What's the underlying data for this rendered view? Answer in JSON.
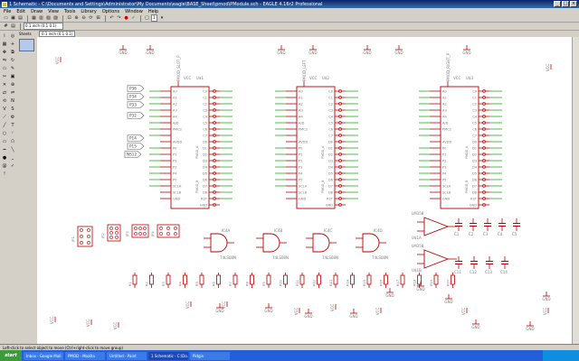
{
  "window": {
    "title": "1 Schematic - C:\\Documents and Settings\\Administrator\\My Documents\\eagle\\BASE_Sheet\\pmod\\PModule.sch - EAGLE 4.16r2 Professional"
  },
  "menu": [
    "File",
    "Edit",
    "Draw",
    "View",
    "Tools",
    "Library",
    "Options",
    "Window",
    "Help"
  ],
  "toolbar": {
    "zoom": "1",
    "grid": "0.1 inch (0.1 0.1)"
  },
  "sheets": {
    "label": "Sheets",
    "tab": "0.1 inch (0.1 0.1)"
  },
  "status": "Left-click to select object to move (Ctrl+right-click to move group)",
  "taskbar": {
    "start": "start",
    "items": [
      "Inbox - Google Mail",
      "PMOD - Mozilla",
      "Untitled - Paint",
      "1 Schematic - C:\\Do...",
      "Pidgin"
    ],
    "clock": ""
  },
  "schematic": {
    "parts": [
      {
        "name": "PMOD_SLOT_P",
        "ref": "U$1",
        "pins_left": [
          "A0",
          "A1",
          "A2",
          "A3",
          "A4",
          "A/D",
          "PMC2",
          "",
          "AVDD",
          "P0",
          "P1",
          "P2",
          "P3",
          "P4",
          "P5",
          "SCLA",
          "SCLB",
          "GND"
        ],
        "pins_right": [
          "C0",
          "C1",
          "C2",
          "C3",
          "C4",
          "C5",
          "C6",
          "C7",
          "D0",
          "D1",
          "D2",
          "D3",
          "D4",
          "D5",
          "D6",
          "D7",
          "D8",
          "RST",
          "GND"
        ]
      },
      {
        "name": "PMOD_LEFT",
        "ref": "U$2",
        "pins_left": [
          "A0",
          "A1",
          "A2",
          "A3",
          "A4",
          "A/D",
          "PMC2",
          "",
          "AVDD",
          "P0",
          "P1",
          "P2",
          "P3",
          "P4",
          "P5",
          "SCLA",
          "SCLB",
          "GND"
        ],
        "pins_right": [
          "C0",
          "C1",
          "C2",
          "C3",
          "C4",
          "C5",
          "C6",
          "C7",
          "D0",
          "D1",
          "D2",
          "D3",
          "D4",
          "D5",
          "D6",
          "D7",
          "D8",
          "RST",
          "GND"
        ]
      },
      {
        "name": "PMOD_RIGHT_P",
        "ref": "U$3",
        "pins_left": [
          "A0",
          "A1",
          "A2",
          "A3",
          "A4",
          "A/D",
          "PMC2",
          "",
          "AVDD",
          "P0",
          "P1",
          "P2",
          "P3",
          "P4",
          "P5",
          "SCLA",
          "SCLB",
          "GND"
        ],
        "pins_right": [
          "C0",
          "C1",
          "C2",
          "C3",
          "C4",
          "C5",
          "C6",
          "C7",
          "D0",
          "D1",
          "D2",
          "D3",
          "D4",
          "D5",
          "D6",
          "D7",
          "D8",
          "RST",
          "GND"
        ]
      }
    ],
    "net_flags": [
      "P36",
      "P34",
      "P33",
      "P32",
      "P14",
      "P15",
      "NS12"
    ],
    "gates": [
      {
        "ref": "IC4A",
        "type": "74LS08N"
      },
      {
        "ref": "IC4B",
        "type": "74LS08N"
      },
      {
        "ref": "IC4C",
        "type": "74LS08N"
      },
      {
        "ref": "IC4D",
        "type": "74LS08N"
      }
    ],
    "opamps": [
      {
        "ref": "U$1A",
        "type": "LM358"
      },
      {
        "ref": "U$1B",
        "type": "LM358"
      }
    ],
    "connectors": [
      "JP1",
      "JP2",
      "JP3",
      "JP4",
      "JP5"
    ],
    "caps_row1": [
      "C1",
      "C2",
      "C3",
      "C4",
      "C5"
    ],
    "caps_row2": [
      "C11",
      "C12",
      "C13",
      "C14"
    ],
    "resistors": [
      "R1",
      "R2",
      "R3",
      "R4",
      "R5",
      "R6",
      "R7",
      "R8",
      "R9",
      "R10",
      "R11",
      "R12",
      "R13",
      "R14",
      "R15",
      "R16",
      "R17",
      "R18",
      "R19",
      "R20"
    ],
    "supply": {
      "vcc": "VCC",
      "gnd": "GND"
    }
  }
}
